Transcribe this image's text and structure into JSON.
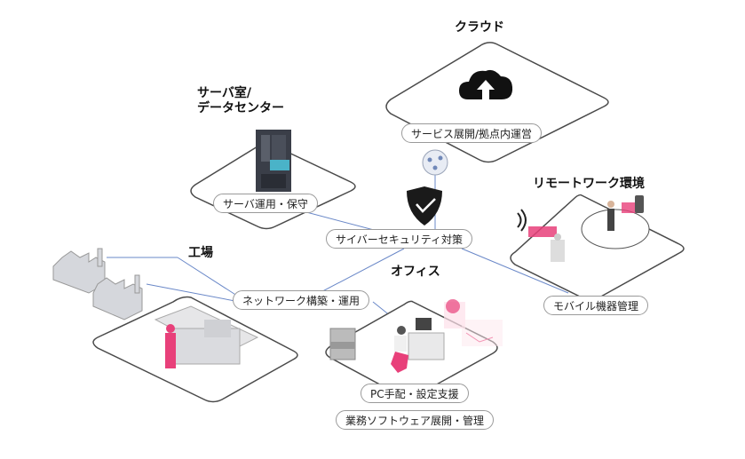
{
  "diagram": {
    "nodes": {
      "cloud": {
        "title": "クラウド",
        "label": "サービス展開/拠点内運営"
      },
      "server_room": {
        "title_line1": "サーバ室/",
        "title_line2": "データセンター",
        "label": "サーバ運用・保守"
      },
      "security": {
        "label": "サイバーセキュリティ対策"
      },
      "remote_work": {
        "title": "リモートワーク環境",
        "label": "モバイル機器管理"
      },
      "factory": {
        "title": "工場"
      },
      "network": {
        "label": "ネットワーク構築・運用"
      },
      "office": {
        "title": "オフィス",
        "labels": [
          "PC手配・設定支援",
          "業務ソフトウェア展開・管理"
        ]
      }
    },
    "colors": {
      "accent": "#e8407a",
      "line": "#5b7fc4",
      "outline": "#4a4a4a"
    }
  }
}
